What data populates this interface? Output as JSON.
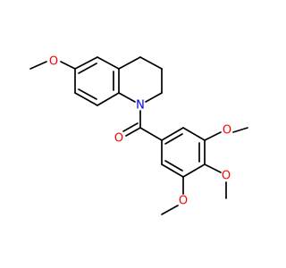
{
  "molecule": {
    "atom_labels": {
      "ring_methoxy_oxygen": "O",
      "ring_nitrogen": "N",
      "carbonyl_oxygen": "O",
      "upper_methoxy_oxygen": "O",
      "middle_methoxy_oxygen": "O",
      "lower_methoxy_oxygen": "O"
    },
    "colors": {
      "bond": "#000000",
      "oxygen": "#ff0000",
      "nitrogen": "#0000ff"
    }
  }
}
